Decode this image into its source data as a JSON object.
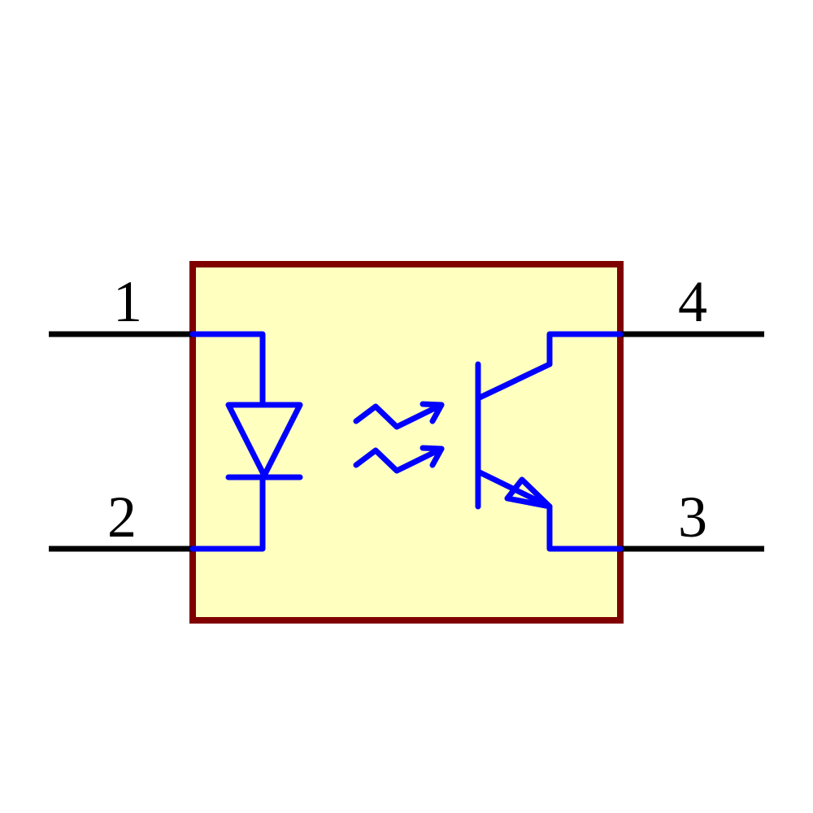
{
  "pins": [
    {
      "number": "1"
    },
    {
      "number": "2"
    },
    {
      "number": "3"
    },
    {
      "number": "4"
    }
  ],
  "colors": {
    "body_fill": "#ffffc0",
    "body_border": "#800000",
    "symbol_stroke": "#0000ff",
    "pin_lead": "#000000",
    "background": "#ffffff"
  },
  "icons": {
    "emitter": "led-diode-icon",
    "light": "light-emission-arrows-icon",
    "detector": "npn-phototransistor-icon"
  }
}
